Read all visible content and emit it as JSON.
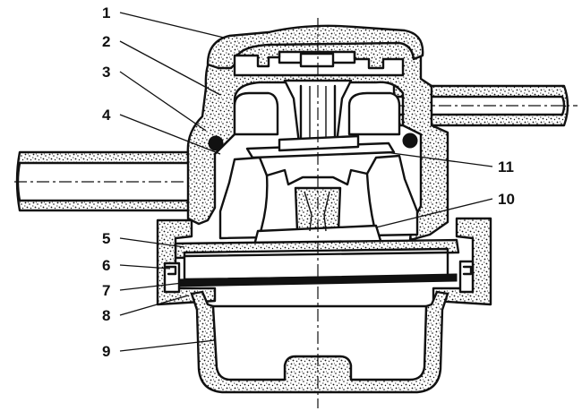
{
  "figure": {
    "callouts": [
      {
        "id": "1",
        "label": "1"
      },
      {
        "id": "2",
        "label": "2"
      },
      {
        "id": "3",
        "label": "3"
      },
      {
        "id": "4",
        "label": "4"
      },
      {
        "id": "5",
        "label": "5"
      },
      {
        "id": "6",
        "label": "6"
      },
      {
        "id": "7",
        "label": "7"
      },
      {
        "id": "8",
        "label": "8"
      },
      {
        "id": "9",
        "label": "9"
      },
      {
        "id": "10",
        "label": "10"
      },
      {
        "id": "11",
        "label": "11"
      }
    ],
    "ink_color": "#111111",
    "paper_color": "#ffffff"
  }
}
